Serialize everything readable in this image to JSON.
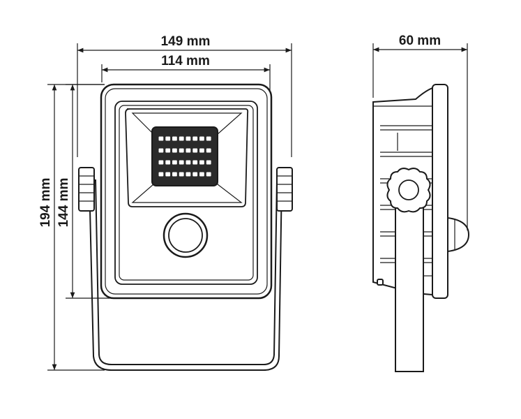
{
  "dimensions": {
    "overall_width": "149 mm",
    "housing_width": "114 mm",
    "depth": "60 mm",
    "overall_height": "194 mm",
    "housing_height": "144 mm"
  },
  "led_grid": {
    "rows": 4,
    "cols": 8
  }
}
